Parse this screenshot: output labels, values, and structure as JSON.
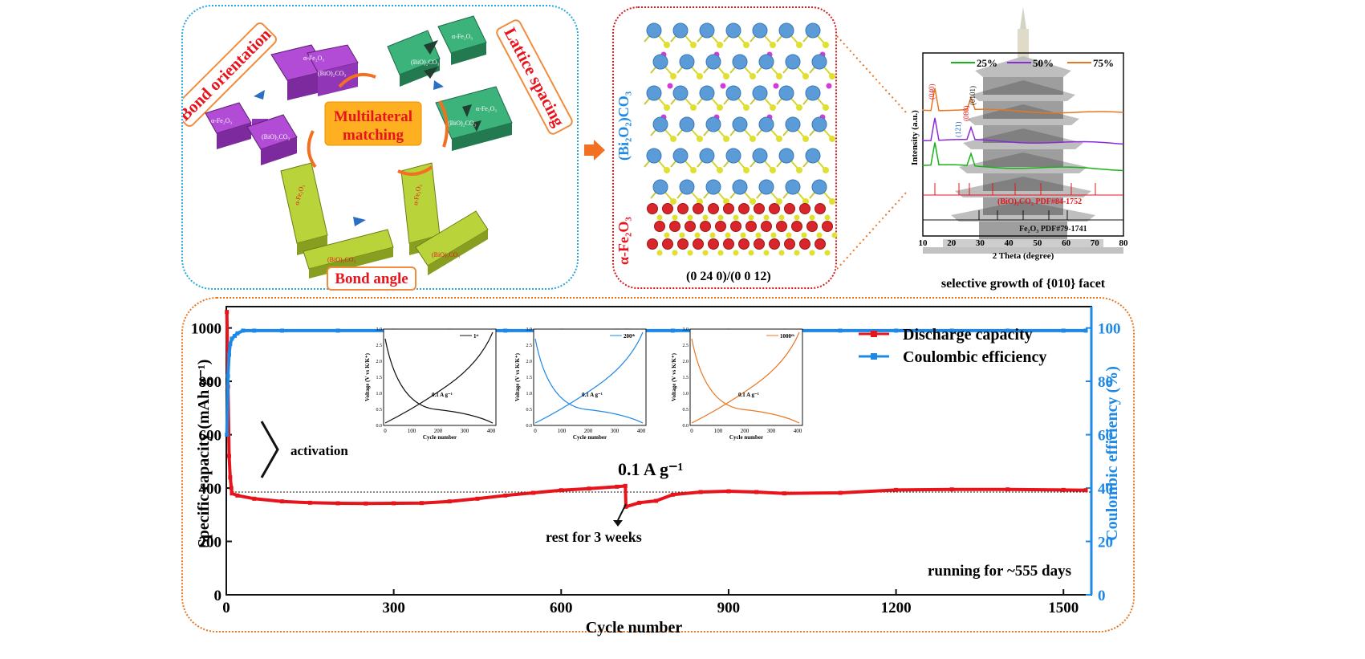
{
  "panel1": {
    "bond_orientation": "Bond orientation",
    "lattice_spacing": "Lattice spacing",
    "multilateral": "Multilateral",
    "matching": "matching",
    "bond_angle": "Bond angle",
    "block_fe": "α-Fe₂O₃",
    "block_bi": "(BiO)₂CO₃"
  },
  "panel2": {
    "top_label": "(Bi₂O₂)CO₃",
    "bottom_label": "α-Fe₂O₃",
    "caption": "(0 24 0)/(0 0 12)"
  },
  "panel3": {
    "legend": [
      "25%",
      "50%",
      "75%"
    ],
    "ylabel": "Intensity (a.u.)",
    "xlabel": "2 Theta (degree)",
    "xticks": [
      "10",
      "20",
      "30",
      "40",
      "50",
      "60",
      "70",
      "80"
    ],
    "peak_labels": [
      "(040)",
      "(121)",
      "(080)",
      "(0101)"
    ],
    "ref1": "(BiO)₂CO₃ PDF#84-1752",
    "ref2": "Fe₂O₃ PDF#79-1741",
    "caption": "selective growth of {010} facet"
  },
  "chart_data": {
    "type": "line",
    "xlabel": "Cycle number",
    "ylabel_left": "Specific capacity (mAh g⁻¹)",
    "ylabel_right": "Coulombic efficiency (%)",
    "xlim": [
      0,
      1550
    ],
    "ylim_left": [
      0,
      1080
    ],
    "ylim_right": [
      0,
      108
    ],
    "xticks": [
      0,
      300,
      600,
      900,
      1200,
      1500
    ],
    "yticks_left": [
      0,
      200,
      400,
      600,
      800,
      1000
    ],
    "yticks_right": [
      0,
      20,
      40,
      60,
      80,
      100
    ],
    "colors": {
      "discharge": "#e8141c",
      "ce": "#1e88e5"
    },
    "series": [
      {
        "name": "Discharge capacity",
        "axis": "left",
        "x": [
          1,
          3,
          5,
          7,
          9,
          10,
          20,
          50,
          100,
          150,
          200,
          250,
          300,
          350,
          400,
          450,
          500,
          550,
          600,
          650,
          700,
          715,
          716,
          740,
          770,
          800,
          850,
          900,
          950,
          1000,
          1100,
          1200,
          1300,
          1400,
          1500,
          1540
        ],
        "y": [
          1060,
          780,
          520,
          440,
          400,
          380,
          372,
          360,
          350,
          345,
          343,
          342,
          343,
          344,
          350,
          360,
          372,
          382,
          392,
          398,
          405,
          408,
          330,
          345,
          352,
          375,
          385,
          388,
          385,
          380,
          382,
          393,
          395,
          395,
          393,
          392
        ]
      },
      {
        "name": "Coulombic efficiency",
        "axis": "right",
        "x": [
          1,
          3,
          5,
          7,
          10,
          15,
          20,
          30,
          50,
          100,
          200,
          300,
          400,
          500,
          600,
          700,
          715,
          716,
          720,
          800,
          900,
          1000,
          1100,
          1200,
          1300,
          1400,
          1500,
          1540
        ],
        "y": [
          60,
          82,
          90,
          94,
          96,
          97,
          98,
          99,
          99,
          99,
          99,
          99,
          99,
          99,
          99,
          99,
          99,
          96,
          99,
          99,
          99,
          99,
          99,
          99,
          99,
          99,
          99,
          99
        ]
      }
    ],
    "annotations": {
      "activation": "activation",
      "rate": "0.1 A g⁻¹",
      "rest": "rest for 3 weeks",
      "running": "running for ~555 days"
    },
    "insets": [
      {
        "legend": "1ˢᵗ",
        "color": "#111111",
        "rate": "0.1 A g⁻¹"
      },
      {
        "legend": "200ᵗʰ",
        "color": "#1e88e5",
        "rate": "0.1 A g⁻¹"
      },
      {
        "legend": "1000ᵗʰ",
        "color": "#e87722",
        "rate": "0.1 A g⁻¹"
      }
    ],
    "inset_axes": {
      "xlabel": "Cycle number",
      "ylabel": "Voltage (V vs K/K⁺)",
      "xticks": [
        "0",
        "100",
        "200",
        "300",
        "400"
      ],
      "yticks": [
        "0.0",
        "0.5",
        "1.0",
        "1.5",
        "2.0",
        "2.5",
        "3.0"
      ]
    }
  }
}
